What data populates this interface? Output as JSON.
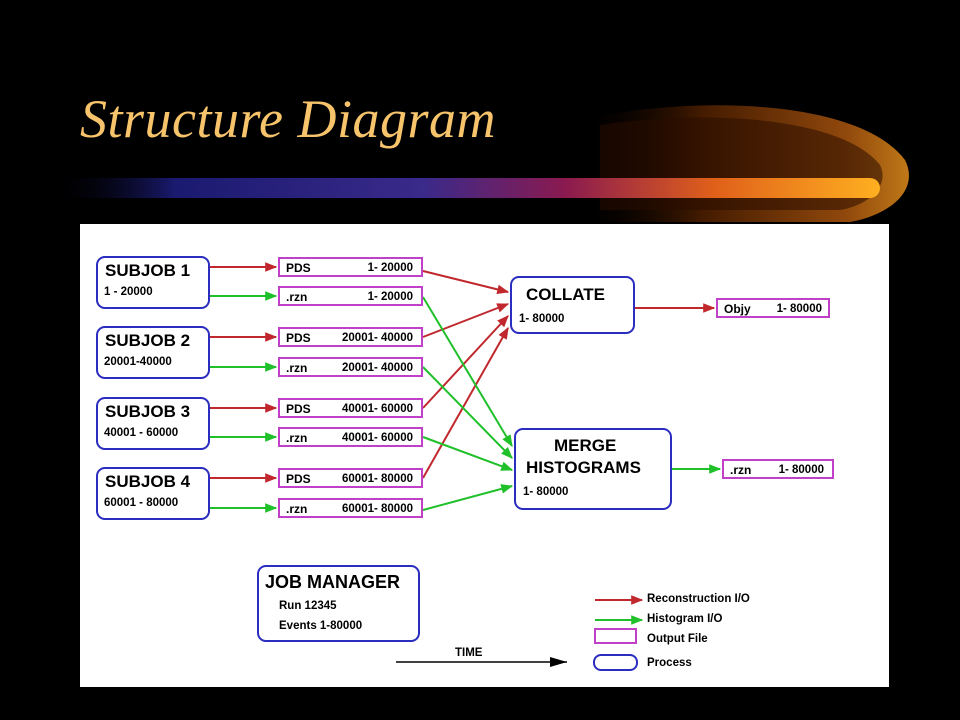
{
  "slide": {
    "title": "Structure Diagram"
  },
  "subjobs": [
    {
      "label": "SUBJOB 1",
      "range": "1 - 20000"
    },
    {
      "label": "SUBJOB 2",
      "range": "20001-40000"
    },
    {
      "label": "SUBJOB 3",
      "range": "40001 - 60000"
    },
    {
      "label": "SUBJOB 4",
      "range": "60001 - 80000"
    }
  ],
  "files": [
    {
      "type": "PDS",
      "range": "1- 20000"
    },
    {
      "type": ".rzn",
      "range": "1- 20000"
    },
    {
      "type": "PDS",
      "range": "20001- 40000"
    },
    {
      "type": ".rzn",
      "range": "20001- 40000"
    },
    {
      "type": "PDS",
      "range": "40001- 60000"
    },
    {
      "type": ".rzn",
      "range": "40001- 60000"
    },
    {
      "type": "PDS",
      "range": "60001- 80000"
    },
    {
      "type": ".rzn",
      "range": "60001- 80000"
    }
  ],
  "collate": {
    "label": "COLLATE",
    "range": "1- 80000"
  },
  "merge": {
    "label1": "MERGE",
    "label2": "HISTOGRAMS",
    "range": "1- 80000"
  },
  "outputs": {
    "objy": {
      "type": "Objy",
      "range": "1- 80000"
    },
    "rzn": {
      "type": ".rzn",
      "range": "1- 80000"
    }
  },
  "job_manager": {
    "title": "JOB MANAGER",
    "run": "Run 12345",
    "events": "Events 1-80000"
  },
  "legend": {
    "reconstruction": "Reconstruction I/O",
    "histogram": "Histogram I/O",
    "output_file": "Output File",
    "process": "Process"
  },
  "time_label": "TIME",
  "colors": {
    "title": "#f7c46c",
    "reconstruction_arrow": "#c0282e",
    "histogram_arrow": "#1fc02a",
    "output_file_border": "#c040c8",
    "process_border": "#2a2dbf"
  }
}
